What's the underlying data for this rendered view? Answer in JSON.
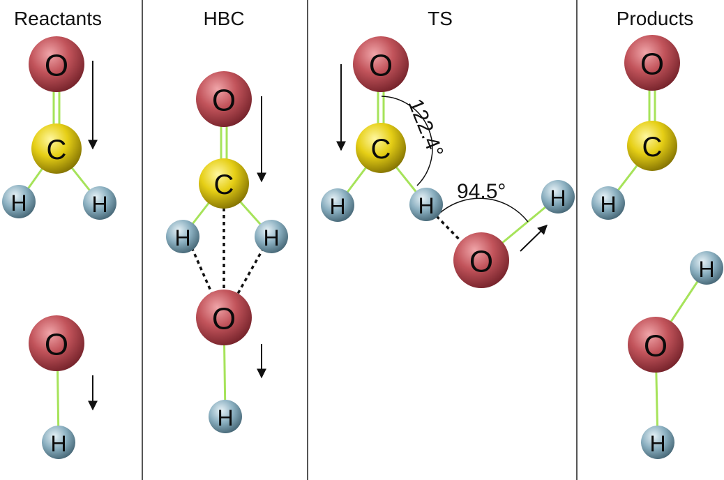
{
  "panels": [
    {
      "title": "Reactants"
    },
    {
      "title": "HBC"
    },
    {
      "title": "TS"
    },
    {
      "title": "Products"
    }
  ],
  "atoms": {
    "O": {
      "label": "O",
      "color": "#b5454d"
    },
    "C": {
      "label": "C",
      "color": "#e3cc14"
    },
    "H": {
      "label": "H",
      "color": "#7fa3b5"
    }
  },
  "angles": [
    {
      "label": "122.4°"
    },
    {
      "label": "94.5°"
    }
  ],
  "colors": {
    "bond": "#a6e35a",
    "divider": "#555555",
    "arrow": "#111111"
  }
}
